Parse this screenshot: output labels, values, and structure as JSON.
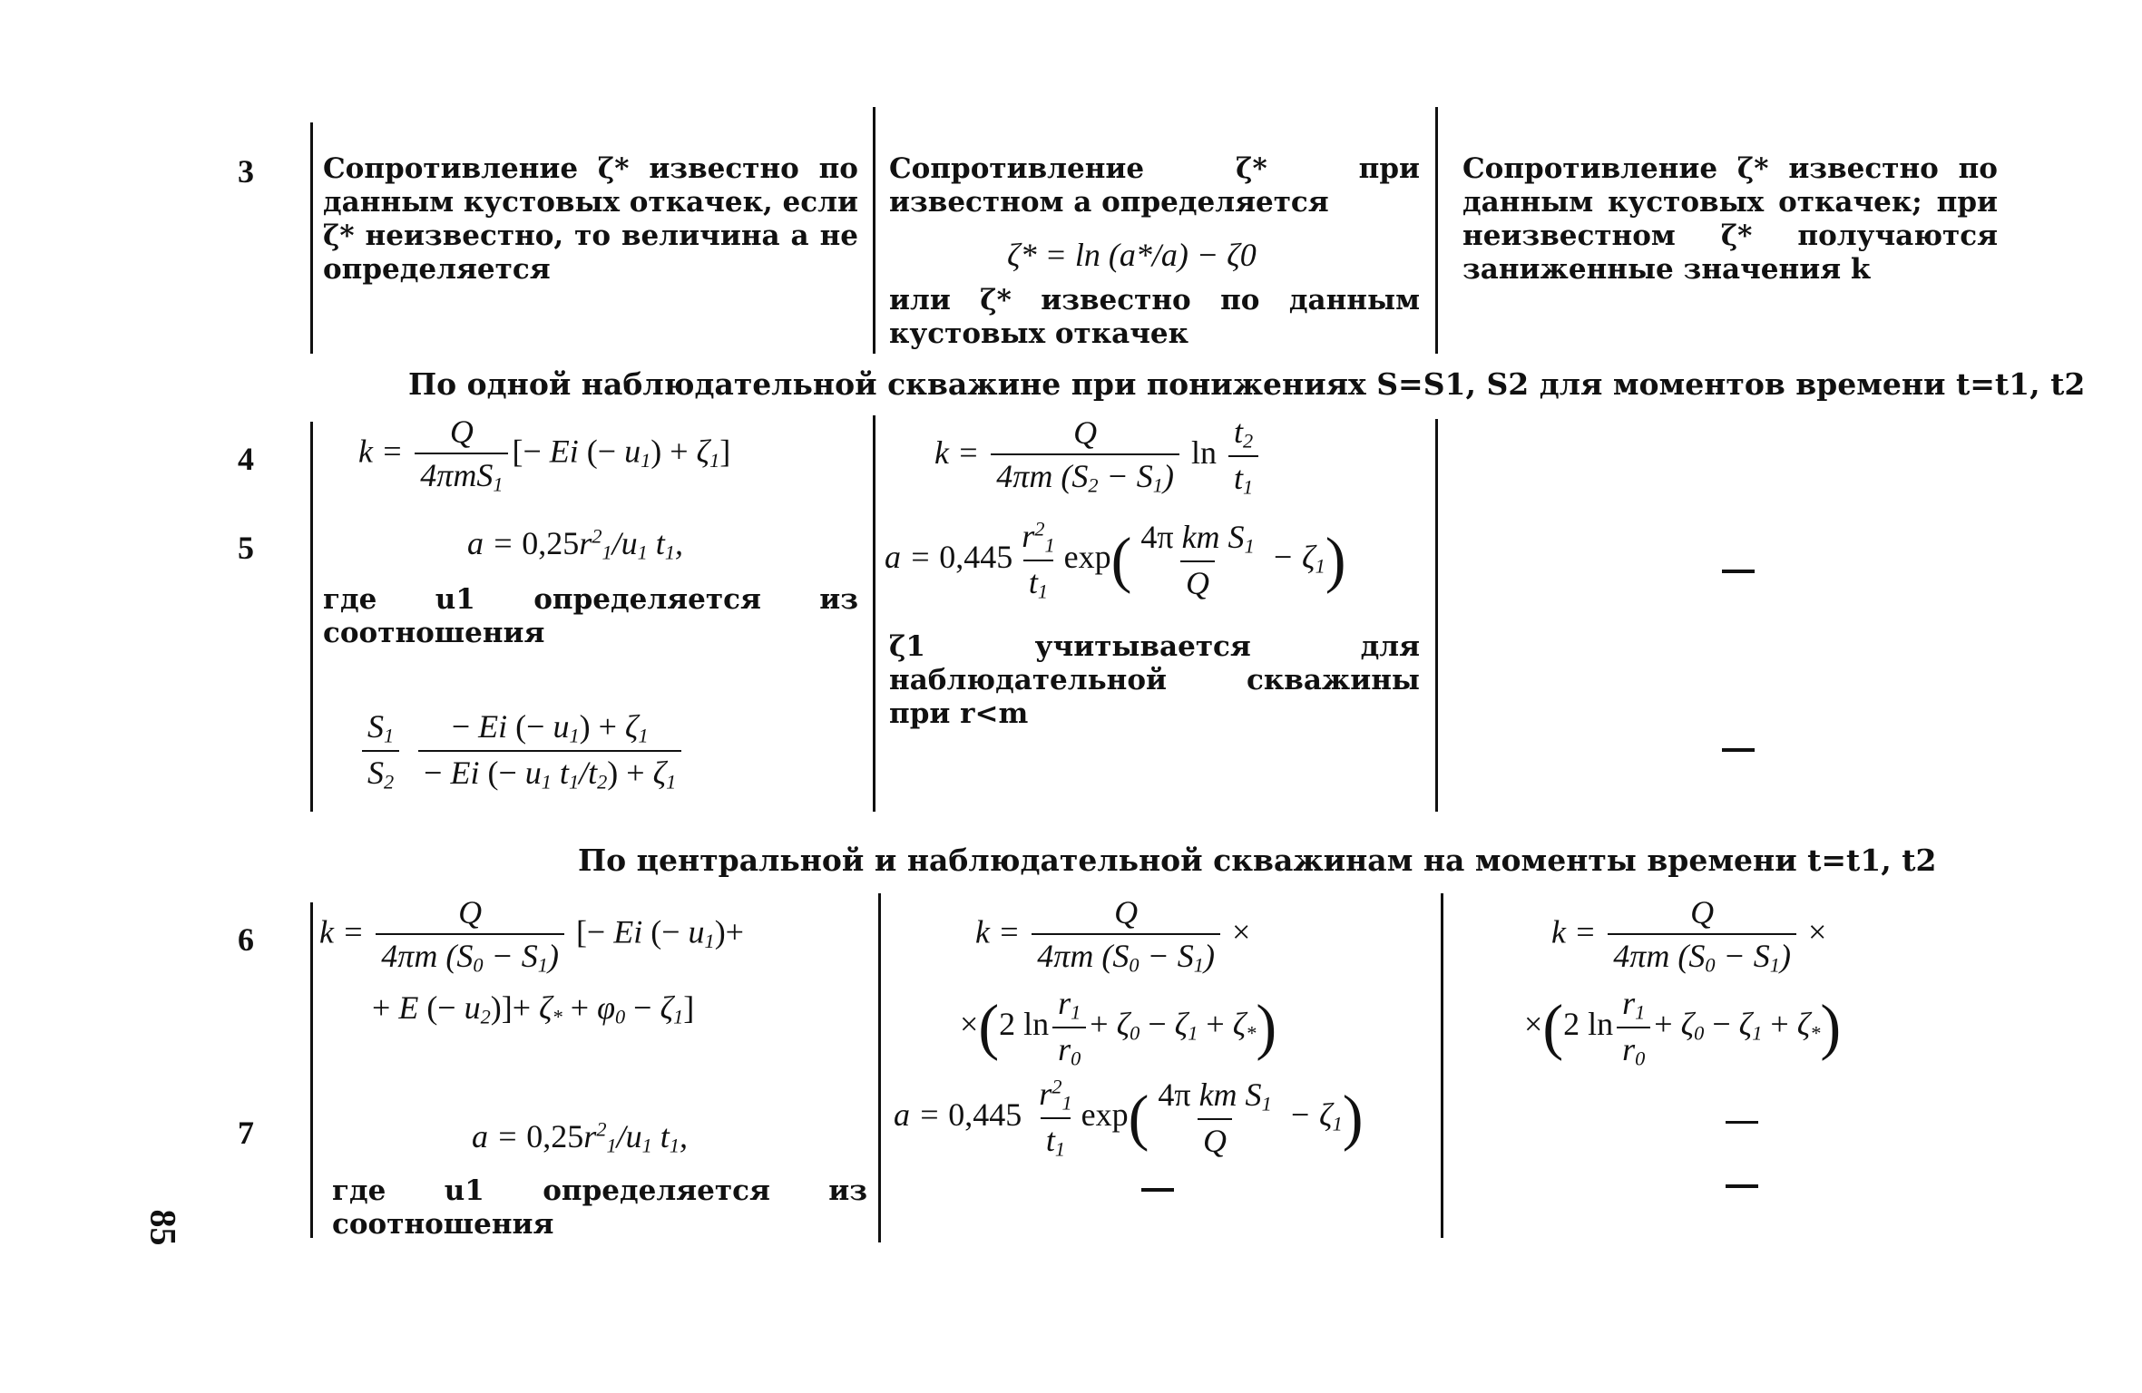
{
  "page_number": "85",
  "rows": {
    "r3": "3",
    "r4": "4",
    "r5": "5",
    "r6": "6",
    "r7": "7"
  },
  "row3": {
    "col1": "Сопротивление ζ* известно по данным кустовых откачек, если ζ* неизвестно, то величина a не определяется",
    "col2_line": "Сопротивление ζ* при известном a определяется",
    "col2_formula": "ζ* = ln (a*/a) − ζ0",
    "col2_tail": "или ζ* известно по данным кустовых откачек",
    "col3": "Сопротивление ζ* известно по данным кустовых откачек; при неизвестном ζ* получаются заниженные значения k"
  },
  "section1": "По одной наблюдательной скважине при понижениях S=S1, S2 для моментов времени t=t1, t2",
  "section2": "По центральной и наблюдательной скважинам на моменты времени t=t1, t2",
  "row5": {
    "col1_where": "где u1 определяется из соотношения",
    "col2_note": "ζ1 учитывается для наблюдательной скважины при r<m"
  },
  "row7": {
    "col1_where": "где u1 определяется из соотношения"
  }
}
